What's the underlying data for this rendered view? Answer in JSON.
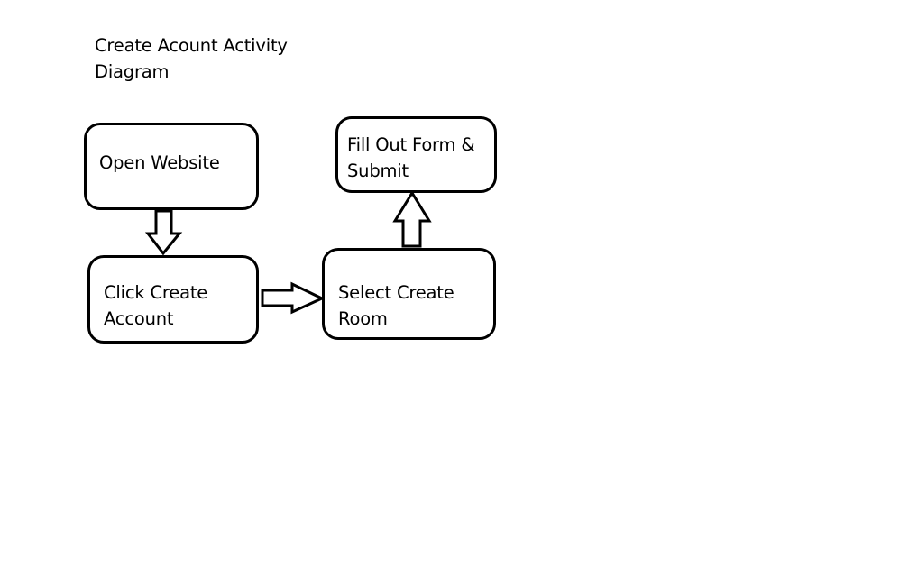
{
  "diagram": {
    "title_lines": [
      "Create Acount Activity",
      "Diagram"
    ],
    "nodes": [
      {
        "id": "open-website",
        "lines": [
          "Open Website"
        ]
      },
      {
        "id": "click-create-account",
        "lines": [
          "Click Create",
          "Account"
        ]
      },
      {
        "id": "select-create-room",
        "lines": [
          "Select Create",
          "Room"
        ]
      },
      {
        "id": "fill-out-form",
        "lines": [
          "Fill Out Form &",
          "Submit"
        ]
      }
    ],
    "edges": [
      {
        "from": "open-website",
        "to": "click-create-account"
      },
      {
        "from": "click-create-account",
        "to": "select-create-room"
      },
      {
        "from": "select-create-room",
        "to": "fill-out-form"
      }
    ],
    "colors": {
      "stroke": "#000000",
      "fill": "#ffffff"
    }
  }
}
